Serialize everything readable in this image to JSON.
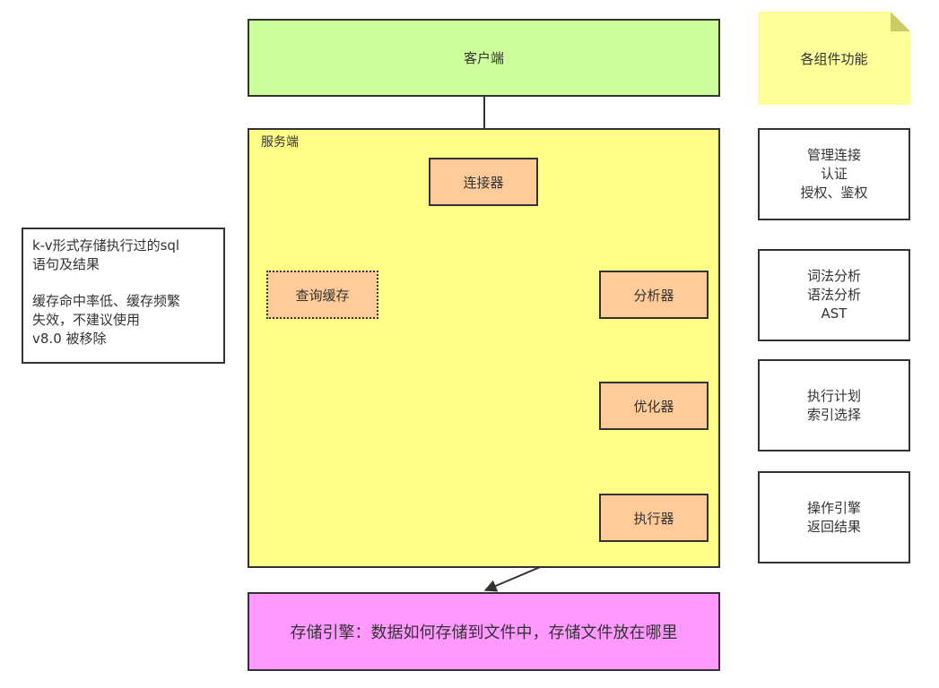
{
  "client": {
    "label": "客户端"
  },
  "server": {
    "label": "服务端"
  },
  "nodes": {
    "connector": "连接器",
    "cache": "查询缓存",
    "analyzer": "分析器",
    "optimizer": "优化器",
    "executor": "执行器"
  },
  "storage": {
    "label": "存储引擎：数据如何存储到文件中，存储文件放在哪里"
  },
  "legend_note": {
    "label": "各组件功能"
  },
  "functions": {
    "connector": "管理连接\n认证\n授权、鉴权",
    "analyzer": "词法分析\n语法分析\nAST",
    "optimizer": "执行计划\n索引选择",
    "executor": "操作引擎\n返回结果"
  },
  "cache_note": {
    "para1": "k-v形式存储执行过的sql\n语句及结果",
    "para2": "缓存命中率低、缓存频繁\n失效，不建议使用\nv8.0 被移除"
  },
  "colors": {
    "client": "#ccff99",
    "server": "#ffff88",
    "node": "#ffcc99",
    "storage": "#ff99ff",
    "note": "#ffff99"
  }
}
